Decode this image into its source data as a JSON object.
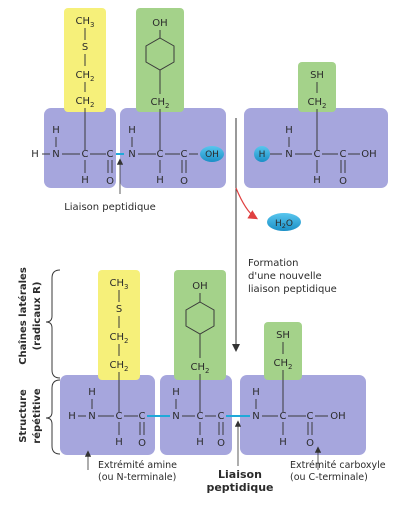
{
  "colors": {
    "backbone": "#a6a6dd",
    "side_yellow": "#f6f07a",
    "side_green": "#a4d28a",
    "peptide_bond": "#1fa9d9",
    "arrow_red": "#e04040"
  },
  "atoms": {
    "H": "H",
    "N": "N",
    "C": "C",
    "O": "O",
    "OH": "OH",
    "S": "S",
    "CH2": "CH",
    "CH3": "CH",
    "SH": "SH",
    "sub2": "2",
    "sub3": "3"
  },
  "water": {
    "h": "H",
    "sub": "2",
    "o": "O"
  },
  "labels": {
    "liaison_peptidique_top": "Liaison peptidique",
    "formation_line1": "Formation",
    "formation_line2": "d'une nouvelle",
    "formation_line3": "liaison peptidique",
    "chaines_line1": "Chaînes latérales",
    "chaines_line2": "(radicaux R)",
    "structure_line1": "Structure",
    "structure_line2": "répétitive",
    "amine_line1": "Extrémité amine",
    "amine_line2": "(ou N-terminale)",
    "liaison_bottom_line1": "Liaison",
    "liaison_bottom_line2": "peptidique",
    "carboxyle_line1": "Extrémité carboxyle",
    "carboxyle_line2": "(ou C-terminale)"
  }
}
